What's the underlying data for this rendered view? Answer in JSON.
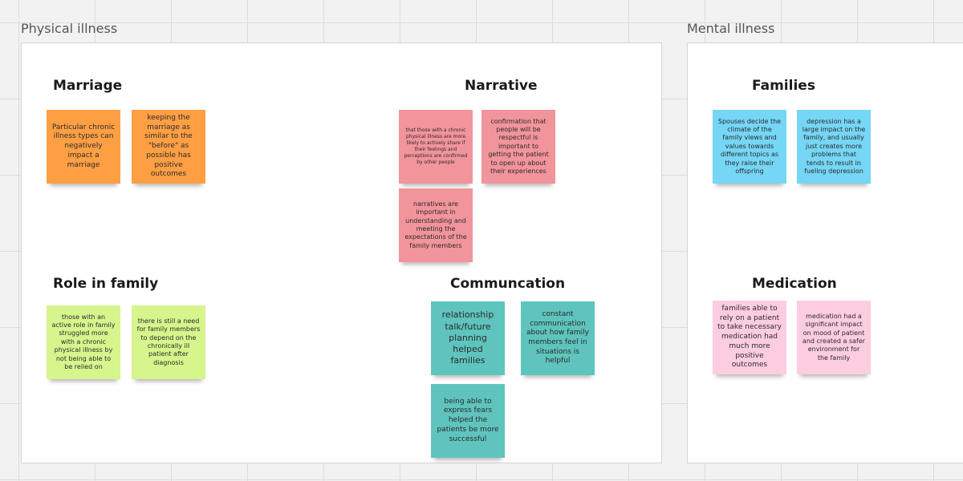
{
  "frames": {
    "physical": {
      "title": "Physical illness"
    },
    "mental": {
      "title": "Mental illness"
    }
  },
  "sections": {
    "marriage": "Marriage",
    "narrative": "Narrative",
    "role_in_family": "Role in family",
    "communication": "Communcation",
    "families": "Families",
    "medication": "Medication"
  },
  "notes": {
    "marriage": [
      "Particular chronic illness types can negatively impact a marriage",
      "keeping the marriage as similar to the \"before\" as possible has positive outcomes"
    ],
    "narrative": [
      "that those with a chronic physical illness are more likely to actively share if their feelings and perceptions are confirmed by other people",
      "confirmation that people will be respectful is important to getting the patient to open up about their experiences",
      "narratives are important in understanding and meeting the expectations of the family members"
    ],
    "role_in_family": [
      "those with an active role in family struggled more with a chronic physical illness by not being able to be relied on",
      "there is still a need for family members to depend on the chronically ill patient after diagnosis"
    ],
    "communication": [
      "relationship talk/future planning helped families",
      "constant communication about how family members feel in situations is helpful",
      "being able to express fears helped the patients be more successful"
    ],
    "families": [
      "Spouses decide the climate of the family views and values towards different topics as they raise their offspring",
      "depression has a large impact on the family, and usually just creates more problems that tends to result in fueling depression"
    ],
    "medication": [
      "families able to rely on a patient to take necessary medication had much more positive outcomes",
      "medication had a significant impact on mood of patient and created a safer environment for the family"
    ]
  },
  "colors": {
    "orange": "#ff9f44",
    "red": "#f2949b",
    "lime": "#d6f58c",
    "teal": "#5ec4bd",
    "cyan": "#75d6f5",
    "pink": "#fccde0",
    "canvas": "#f2f2f2"
  }
}
